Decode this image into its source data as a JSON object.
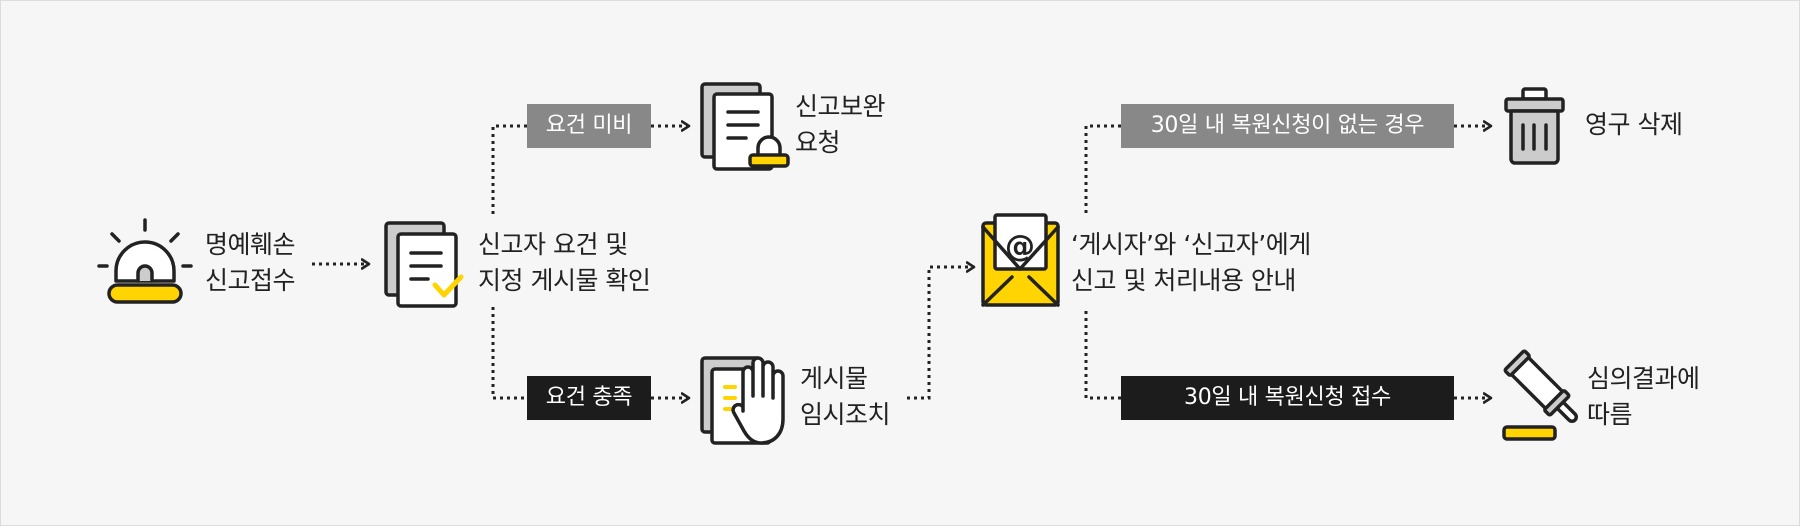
{
  "colors": {
    "stroke": "#222222",
    "accent": "#ffd400",
    "tag_gray": "#888888",
    "tag_dark": "#1c1c1c",
    "background": "#f6f6f6"
  },
  "steps": {
    "report": {
      "line1": "명예훼손",
      "line2": "신고접수",
      "icon": "siren-icon"
    },
    "verify": {
      "line1": "신고자 요건 및",
      "line2": "지정 게시물 확인",
      "icon": "document-check-icon"
    },
    "supplement": {
      "line1": "신고보완",
      "line2": "요청",
      "icon": "document-lock-icon"
    },
    "temporary": {
      "line1": "게시물",
      "line2": "임시조치",
      "icon": "document-hand-icon"
    },
    "notify": {
      "line1": "‘게시자’와 ‘신고자’에게",
      "line2": "신고 및 처리내용 안내",
      "icon": "email-icon"
    },
    "delete": {
      "line1": "영구 삭제",
      "icon": "trash-icon"
    },
    "review": {
      "line1": "심의결과에",
      "line2": "따름",
      "icon": "gavel-icon"
    }
  },
  "tags": {
    "incomplete": "요건 미비",
    "met": "요건 충족",
    "no_restore": "30일 내 복원신청이 없는 경우",
    "restore": "30일 내 복원신청 접수"
  }
}
